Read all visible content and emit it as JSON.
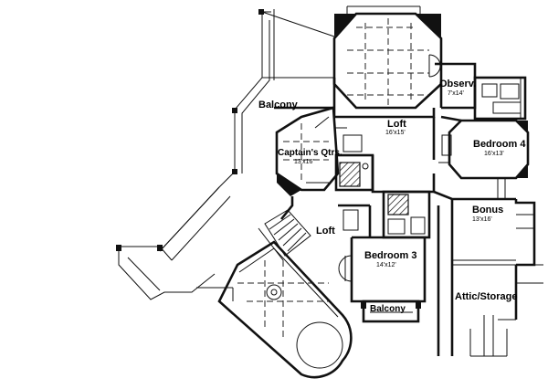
{
  "plan": {
    "rooms": [
      {
        "id": "observ",
        "name": "Observ.",
        "dims": "7'x14'"
      },
      {
        "id": "balcony_upper",
        "name": "Balcony",
        "dims": ""
      },
      {
        "id": "loft_upper",
        "name": "Loft",
        "dims": "16'x15'"
      },
      {
        "id": "captains",
        "name": "Captain's Qtrs.",
        "dims": "13'x16'"
      },
      {
        "id": "bedroom4",
        "name": "Bedroom 4",
        "dims": "16'x13'"
      },
      {
        "id": "bonus",
        "name": "Bonus",
        "dims": "13'x16'"
      },
      {
        "id": "loft_lower",
        "name": "Loft",
        "dims": ""
      },
      {
        "id": "bedroom3",
        "name": "Bedroom 3",
        "dims": "14'x12'"
      },
      {
        "id": "attic",
        "name": "Attic/Storage",
        "dims": ""
      },
      {
        "id": "balcony_lower",
        "name": "Balcony",
        "dims": ""
      }
    ]
  }
}
